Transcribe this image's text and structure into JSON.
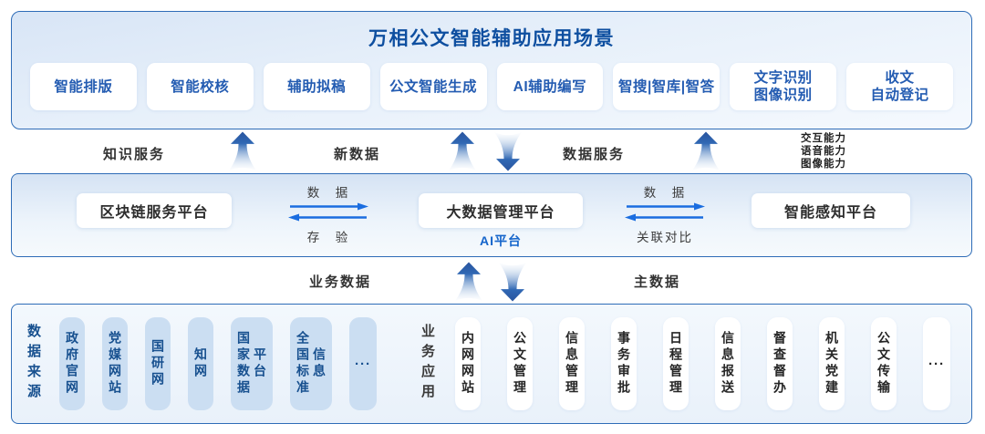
{
  "colors": {
    "border_blue": "#2e6cb7",
    "title_blue": "#0e4fa0",
    "scenario_text_blue": "#245cb2",
    "bright_arrow_blue": "#1a6de0",
    "source_pill_bg": "#cbdef2",
    "source_text_navy": "#17508f"
  },
  "header": {
    "title": "万相公文智能辅助应用场景"
  },
  "scenarios": [
    {
      "lines": [
        "智能排版"
      ]
    },
    {
      "lines": [
        "智能校核"
      ]
    },
    {
      "lines": [
        "辅助拟稿"
      ]
    },
    {
      "lines": [
        "公文智能生成"
      ]
    },
    {
      "lines": [
        "AI辅助编写"
      ]
    },
    {
      "lines": [
        "智搜|智库|智答"
      ]
    },
    {
      "lines": [
        "文字识别",
        "图像识别"
      ]
    },
    {
      "lines": [
        "收文",
        "自动登记"
      ]
    }
  ],
  "upper_flows": {
    "knowledge_service": "知识服务",
    "new_data": "新数据",
    "data_service": "数据服务",
    "capabilities": [
      "交互能力",
      "语音能力",
      "图像能力"
    ]
  },
  "platforms": {
    "blockchain": "区块链服务平台",
    "bigdata": "大数据管理平台",
    "ai_platform": "AI平台",
    "perception": "智能感知平台",
    "flow_left": {
      "top": "数　据",
      "bottom": "存　验"
    },
    "flow_right": {
      "top": "数　据",
      "bottom": "关联对比"
    }
  },
  "lower_flows": {
    "business_data": "业务数据",
    "master_data": "主数据"
  },
  "bottom": {
    "sources": {
      "header": "数据来源",
      "pills": [
        {
          "cols": [
            "政府官网"
          ]
        },
        {
          "cols": [
            "党媒网站"
          ]
        },
        {
          "cols": [
            "国研网"
          ]
        },
        {
          "cols": [
            "知网"
          ]
        },
        {
          "cols": [
            "国家数据",
            "平台"
          ]
        },
        {
          "cols": [
            "全国标准",
            "信息"
          ]
        },
        {
          "ellipsis": "···"
        }
      ]
    },
    "applications": {
      "header": "业务应用",
      "pills": [
        {
          "cols": [
            "内网网站"
          ]
        },
        {
          "cols": [
            "公文管理"
          ]
        },
        {
          "cols": [
            "信息管理"
          ]
        },
        {
          "cols": [
            "事务审批"
          ]
        },
        {
          "cols": [
            "日程管理"
          ]
        },
        {
          "cols": [
            "信息报送"
          ]
        },
        {
          "cols": [
            "督查督办"
          ]
        },
        {
          "cols": [
            "机关党建"
          ]
        },
        {
          "cols": [
            "公文传输"
          ]
        },
        {
          "ellipsis": "···"
        }
      ]
    }
  }
}
